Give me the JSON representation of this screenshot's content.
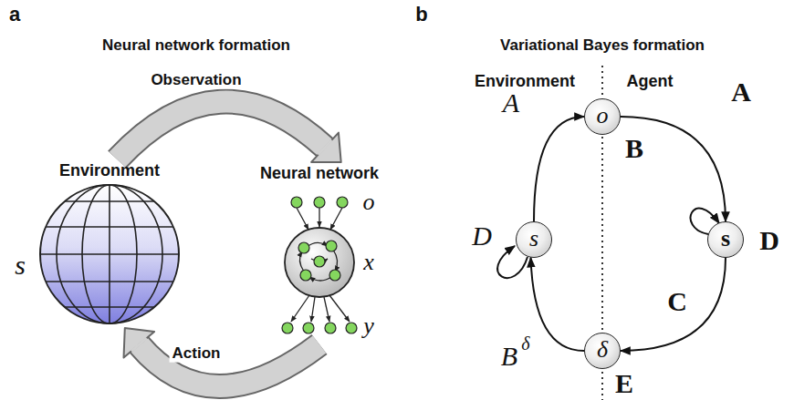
{
  "diagram": {
    "nodes": [
      {
        "text": [
          "Environment"
        ]
      },
      {
        "text": [
          "Neural network"
        ]
      },
      {
        "text": [
          "o"
        ]
      },
      {
        "text": [
          "s"
        ]
      },
      {
        "text": [
          "s"
        ]
      },
      {
        "text": [
          "δ"
        ]
      }
    ],
    "edges": [
      {
        "from": 0,
        "to": 1,
        "arrow": "to",
        "label": "Observation"
      },
      {
        "from": 1,
        "to": 0,
        "arrow": "to",
        "label": "Action"
      },
      {
        "from": 3,
        "to": 2,
        "arrow": "to",
        "label": "A"
      },
      {
        "from": 2,
        "to": 4,
        "arrow": "to",
        "label": "A"
      },
      {
        "from": 4,
        "to": 5,
        "arrow": "to",
        "label": "C"
      },
      {
        "from": 5,
        "to": 3,
        "arrow": "to"
      }
    ],
    "labels": [
      "a",
      "Neural network formation",
      "b",
      "Variational Bayes formation",
      "s",
      "o",
      "x",
      "y",
      "Environment",
      "Agent",
      "D",
      "B",
      "δ",
      "B",
      "D",
      "E"
    ]
  }
}
